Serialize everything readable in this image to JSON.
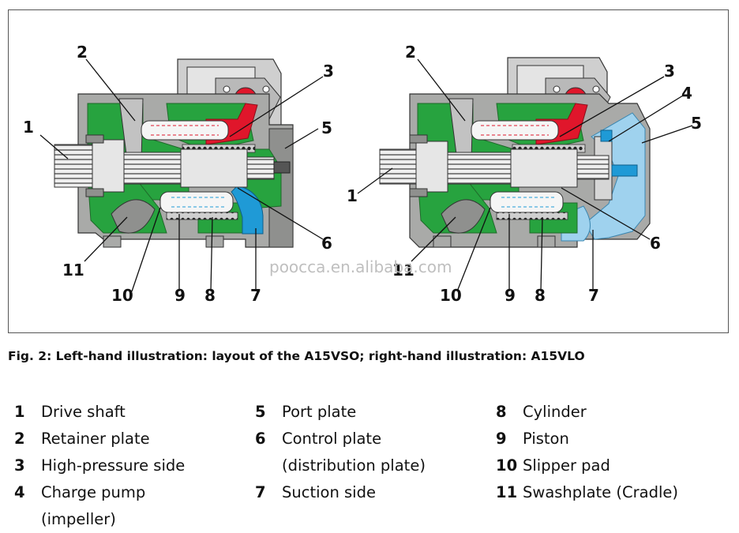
{
  "watermark": "poocca.en.alibaba.com",
  "left_callouts": [
    "1",
    "2",
    "3",
    "5",
    "6",
    "7",
    "8",
    "9",
    "10",
    "11"
  ],
  "right_callouts": [
    "1",
    "2",
    "3",
    "4",
    "5",
    "6",
    "7",
    "8",
    "9",
    "10",
    "11"
  ],
  "caption": "Fig. 2: Left-hand illustration: layout of the A15VSO; right-hand illustration: A15VLO",
  "legend": [
    [
      {
        "num": "1",
        "text": "Drive shaft"
      },
      {
        "num": "2",
        "text": "Retainer plate"
      },
      {
        "num": "3",
        "text": "High-pressure side"
      },
      {
        "num": "4",
        "text": "Charge pump",
        "cont": "(impeller)"
      }
    ],
    [
      {
        "num": "5",
        "text": "Port plate"
      },
      {
        "num": "6",
        "text": "Control plate",
        "cont": "(distribution plate)"
      },
      {
        "num": "7",
        "text": "Suction side"
      }
    ],
    [
      {
        "num": "8",
        "text": "Cylinder"
      },
      {
        "num": "9",
        "text": "Piston"
      },
      {
        "num": "10",
        "text": "Slipper pad"
      },
      {
        "num": "11",
        "text": "Swashplate (Cradle)"
      }
    ]
  ],
  "colors": {
    "housing": "#a9aaa8",
    "housing_dark": "#6f706e",
    "green": "#27a33f",
    "red": "#e0162b",
    "blue_dark": "#1f9ad6",
    "blue_light": "#9fd2ee",
    "shaft": "#e6e6e6"
  }
}
